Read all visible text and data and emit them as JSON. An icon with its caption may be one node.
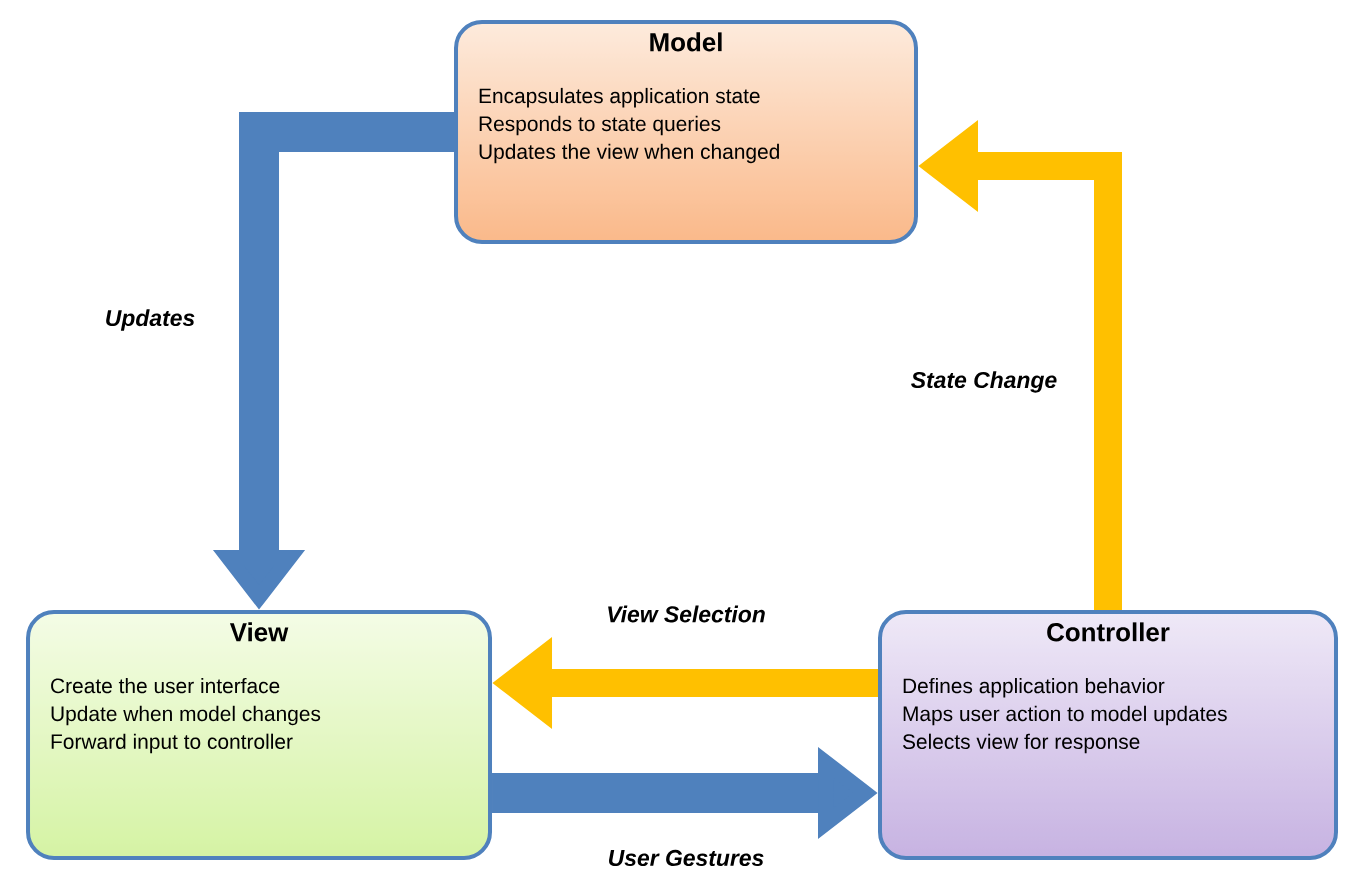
{
  "diagram": {
    "nodes": [
      {
        "text": [
          "Model",
          "Encapsulates application state",
          "Responds to state queries",
          "Updates the view when changed"
        ]
      },
      {
        "text": [
          "View",
          "Create the user interface",
          "Update when model changes",
          "Forward input to controller"
        ]
      },
      {
        "text": [
          "Controller",
          "Defines application behavior",
          "Maps user action to model updates",
          "Selects view for response"
        ]
      }
    ],
    "edges": [
      {
        "from": 0,
        "to": 1,
        "arrow": "to",
        "label": "Updates"
      },
      {
        "from": 2,
        "to": 0,
        "arrow": "to",
        "label": "State Change",
        "color": "#ffc000"
      },
      {
        "from": 2,
        "to": 1,
        "arrow": "to",
        "label": "View Selection",
        "color": "#ffc000"
      },
      {
        "from": 1,
        "to": 2,
        "arrow": "to",
        "label": "User Gestures"
      }
    ]
  }
}
